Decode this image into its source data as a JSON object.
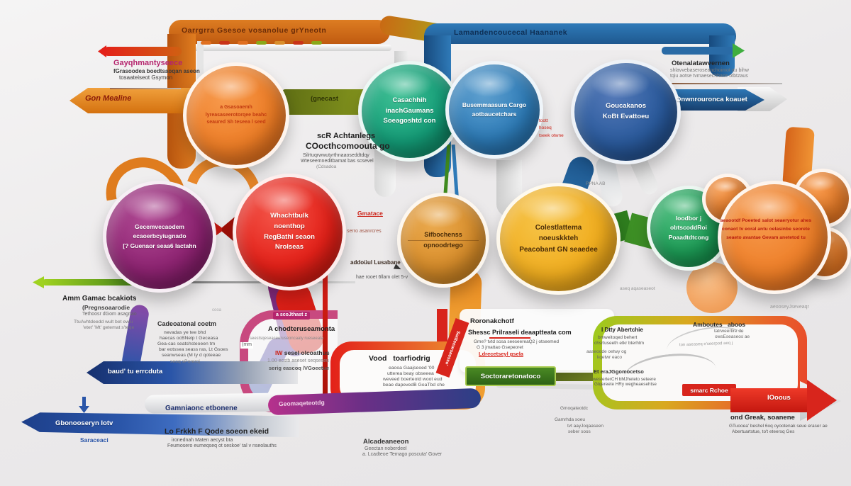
{
  "colors": {
    "orange": "#ed7d26",
    "teal": "#149c77",
    "blue": "#2e7cb8",
    "navy": "#2a5a9c",
    "purple": "#8d2371",
    "red": "#e32119",
    "amber": "#d98e2b",
    "yellow": "#f0ad1f",
    "green": "#1d9e57",
    "ribbon_blue": "#1d5d98",
    "lime": "#9acb1e",
    "magenta": "#b5256e"
  },
  "top_left": {
    "heading": "Gayqhmantyseece",
    "line1": "fGrasoodea boedtsaoqan aseon",
    "line2": "tosaateiseot Gsymon",
    "gon_arrow": "Gon Mealine"
  },
  "top_ribbons": {
    "orange_title": "Oarrgrra Gsesoe vosanolue grYneotn",
    "blue_title": "Lamandencoucecal Haananek",
    "green_tag": "(gnecast"
  },
  "top_right": {
    "heading": "Otenalatawvernen",
    "line1": "shlavvebaseroseanchoimot au bihw",
    "line2": "tqiu aotse tvmaesechhase otbtzaus",
    "arrow_label": "Onwnrouronca koauet"
  },
  "circles": {
    "orange": {
      "l1": "a Gsasoaemh",
      "l2": "lyreasaseerotorqee beahc",
      "l3": "seaured Sh teseea l seed"
    },
    "teal": {
      "l1": "Casachhih",
      "l2": "inachGaumans",
      "l3": "Soeagoshtd con"
    },
    "blue": {
      "l1": "Busemmaasura Cargo",
      "l2": "aotbaucetchars"
    },
    "navy": {
      "l1": "Goucakanos",
      "l2": "KoBt Evattoeu"
    },
    "purple": {
      "l1": "Gecemvecaodem",
      "l2": "ecaoerbcyiugnado",
      "l3": "[? Guenaor seaa6 lactahn"
    },
    "red": {
      "l1": "Whachtbulk",
      "l2": "noenthop",
      "l3": "RegBathl seaon",
      "l4": "Nrolseas"
    },
    "amber": {
      "l1": "Sifbochenss",
      "l2": "opnoodrtego"
    },
    "yellow": {
      "l1": "Colestlattema",
      "l2": "noeuskkteh",
      "l3": "Peacobant GN seaedee"
    },
    "green": {
      "l1": "Ioodbor j",
      "l2": "obtscoddRoi",
      "l3": "Poaadtdtcong"
    },
    "blob": {
      "l1": "aeaootdf Poeeted salot seaeryotur ahes",
      "l2": "conaot tv eoral antu oelasinbe seorete",
      "l3": "seaeto avantae Gevam anetetod tu"
    }
  },
  "ach_block": {
    "h1": "scR  Achtanlegs",
    "h2": "COocthcomoouta go",
    "s1": "Silrtuqrwwutyrthnaaoseddtdqy",
    "s2": "Wteseemneditbamat bas scsevel",
    "s3": "(Cdsadoa"
  },
  "mid_labels": {
    "tag": "Gmatace",
    "s1": "serro asanrcres",
    "s2": "addoüul Lusabane",
    "s3": "hae rooet 6llam olet 5-v"
  },
  "notes": {
    "red1": "toott",
    "red2": "hoseq",
    "red3": "tseek otwne",
    "ppna": "PPNA AB",
    "faint_mid": "aseq aqaseaseot",
    "faint_right": "aeooseyJseveaqr",
    "cooa": "cooa"
  },
  "left_block": {
    "heading": "Amm Gamac bcakiots",
    "s1": "(Pregnsoaarodie",
    "s2": "Tethoosr dGom asagnao",
    "s3": "TtuAvhtdeedd wult bet ewlu",
    "s4": "'etet' 'Mt' getemat s'teqe"
  },
  "cade_block": {
    "heading": "Cadeoatonal coetm",
    "lines": [
      "nevadas ye tee bhd",
      "haecas ocBNelp t Geceasa",
      "Gea-cas seatshsteoeen tm",
      "bar eotssea seass ras, Lt Gsoes",
      "seanwseas (M ty d qoteeae",
      "seoq sPoreroj"
    ]
  },
  "pink_box": {
    "tag": "a scoJthast z",
    "heading": "A chodteruseamonta",
    "tiny": "seestsqeseaseeruseoncaaly rueseeata",
    "side": "(mm",
    "l1a": "IW",
    "l1b": "sesel olcoathus",
    "l2": "1.00 ecstb aseset seqseseu",
    "l3": "serig eascoq /VGoeetue"
  },
  "vood_box": {
    "heading": "Vood   toarfiodrig",
    "lines": [
      "eaooa Gaajseoed '00",
      "utterea beay obseeea",
      "weveed boerteotd woot eud",
      "beae dapevedB GoaTbd che"
    ]
  },
  "bottom_center": {
    "band1": "Gamniaonc etbonene",
    "band2": "Geomaqeteotdg",
    "heading": "Lo Frkkh F Qode soeon ekeid",
    "l1": "ironednah Maten aecyst bta",
    "l2": "Feumosero eumeqseq ot seskoe' tal v nseolauths",
    "alca": "Alcadeaneeon",
    "alca1": "Geectan noberdeel",
    "alca2": "a. Lcadteoe Temago poscuta' Gover"
  },
  "left_arrows": {
    "a1": "baud' tu errcduta",
    "a2": "Gbonooseryn Iotv",
    "a2_sub": "Saraceaci"
  },
  "rorona": {
    "heading": "Roronakchotf",
    "l1": "Shessc Prilraseli deaaptteata com",
    "l2": "Gme? tvtd sosa seeseereaQ2 j otseemed",
    "l3": "G 3 jmattao Gsepeoret",
    "link": "Ldrecetseyl gsela",
    "green_banner": "Soctoraretonatoco",
    "red_banner": "Sodtseurseesso'"
  },
  "bottom_right": {
    "tb1": "Amboutes",
    "tb2": "aboos",
    "ts1": "tatrweertire de",
    "ts2": "owsEseaseos ae",
    "gray": "ton aseaseq e'seerpod aeq j",
    "ch": "I Dtty Abertchie",
    "c1": "bmweitoqed behert",
    "c2": "chsrtuseeth etkr bterhtm",
    "c3": "aaseoode oetwy og",
    "c4": "kqetwr eaco",
    "c2h": "Et eraJGgomocetso",
    "c2l1": "westerterCH bMJheteto seteere",
    "c2l2": "Gtqereete HRy wegheaesehtse",
    "red_box": "smarc Rchoe",
    "arrow": "IOoous",
    "bh": "ond Greak, soanene",
    "bl1": "GTuooea' beshel 6oq oyootenak seue eraser ae",
    "bl2": "Abertuartstue, to't eteersq Ges",
    "side": [
      "Gmoqateotdc",
      "Gamrhda soeu",
      "tvt aayJoqaaseen",
      "seber soos"
    ]
  }
}
